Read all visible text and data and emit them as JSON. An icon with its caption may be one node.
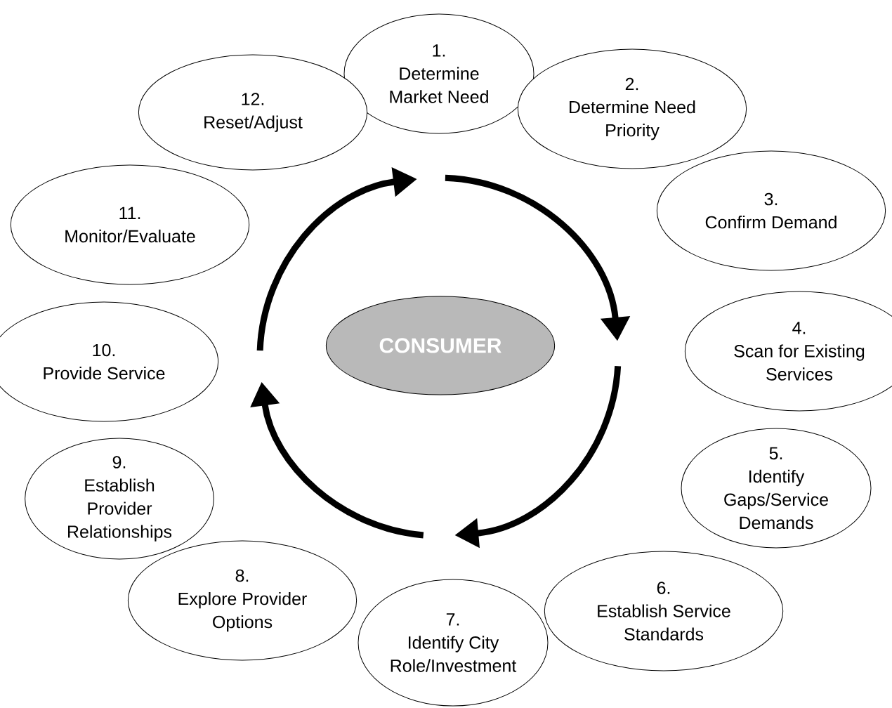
{
  "diagram": {
    "nodes": [
      {
        "text": [
          "1.",
          "Determine Market Need"
        ]
      },
      {
        "text": [
          "2.",
          "Determine Need Priority"
        ]
      },
      {
        "text": [
          "3.",
          "Confirm Demand"
        ]
      },
      {
        "text": [
          "4.",
          "Scan for Existing Services"
        ]
      },
      {
        "text": [
          "5.",
          "Identify Gaps/Service Demands"
        ]
      },
      {
        "text": [
          "6.",
          "Establish Service Standards"
        ]
      },
      {
        "text": [
          "7.",
          "Identify City Role/Investment"
        ]
      },
      {
        "text": [
          "8.",
          "Explore Provider Options"
        ]
      },
      {
        "text": [
          "9.",
          "Establish Provider Relationships"
        ]
      },
      {
        "text": [
          "10.",
          "Provide Service"
        ]
      },
      {
        "text": [
          "11.",
          "Monitor/Evaluate"
        ]
      },
      {
        "text": [
          "12.",
          "Reset/Adjust"
        ]
      },
      {
        "text": [
          "CONSUMER"
        ]
      }
    ]
  }
}
